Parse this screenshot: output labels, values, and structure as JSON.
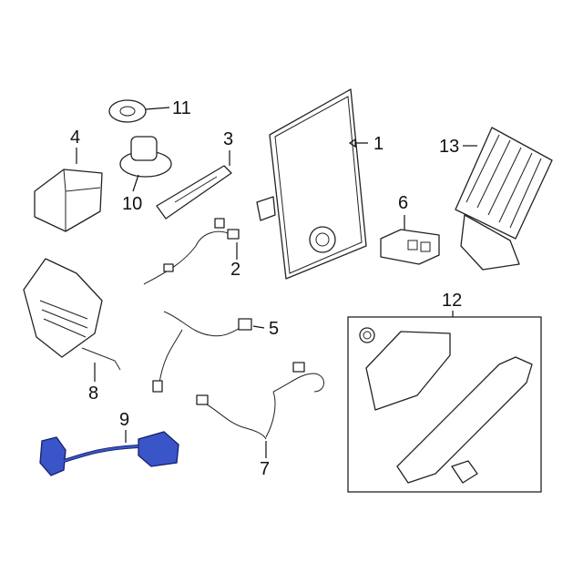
{
  "diagram": {
    "callouts": [
      {
        "id": "1",
        "label": "1"
      },
      {
        "id": "2",
        "label": "2"
      },
      {
        "id": "3",
        "label": "3"
      },
      {
        "id": "4",
        "label": "4"
      },
      {
        "id": "5",
        "label": "5"
      },
      {
        "id": "6",
        "label": "6"
      },
      {
        "id": "7",
        "label": "7"
      },
      {
        "id": "8",
        "label": "8"
      },
      {
        "id": "9",
        "label": "9"
      },
      {
        "id": "10",
        "label": "10"
      },
      {
        "id": "11",
        "label": "11"
      },
      {
        "id": "12",
        "label": "12"
      },
      {
        "id": "13",
        "label": "13"
      }
    ],
    "highlighted_part": "9",
    "colors": {
      "highlight": "#3a55c8",
      "line": "#222222"
    }
  }
}
